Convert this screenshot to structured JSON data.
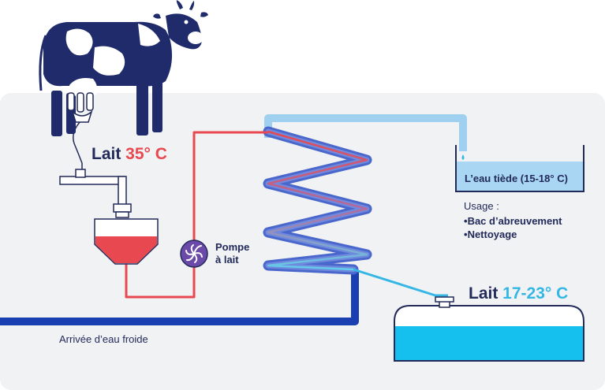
{
  "colors": {
    "background_panel": "#f1f2f3",
    "warm_milk": "#e8484f",
    "cold_water": "#1a3fb0",
    "lukewarm_water": "#9fd0ef",
    "cooled_milk": "#35b7e6",
    "text_dark": "#222a5a",
    "cow": "#1f2b6b"
  },
  "labels": {
    "milk_in_prefix": "Lait ",
    "milk_in_temp": "35° C",
    "pump_line1": "Pompe",
    "pump_line2": "à lait",
    "warm_tank": "L’eau tiède (15-18° C)",
    "usage_title": "Usage :",
    "usage_items": [
      "Bac d’abreuvement",
      "Nettoyage"
    ],
    "milk_out_prefix": "Lait ",
    "milk_out_temp": "17-23° C",
    "cold_inlet": "Arrivée d’eau froide"
  },
  "icons": [
    "cow-icon",
    "milking-cluster-icon",
    "pump-icon",
    "water-drop-icon"
  ]
}
